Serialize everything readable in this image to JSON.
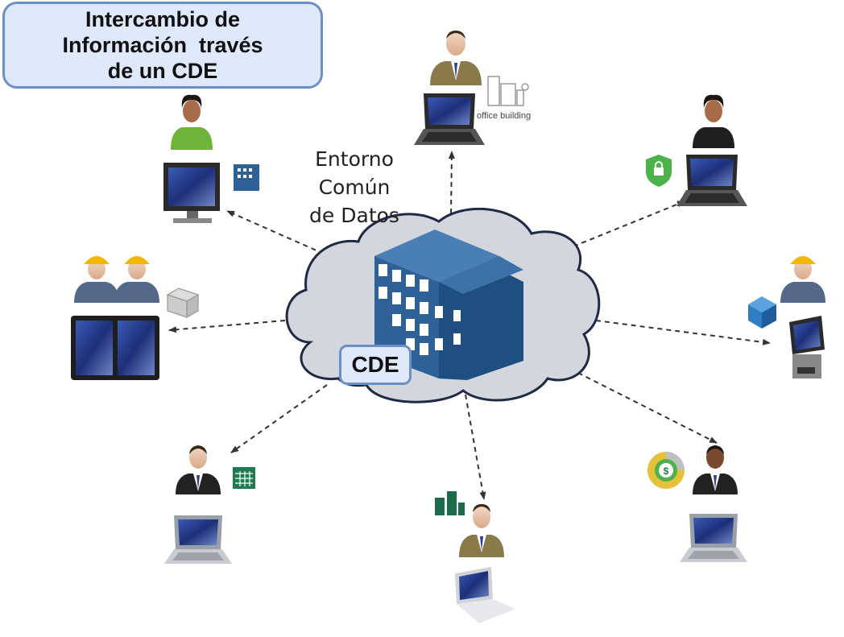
{
  "title": {
    "line1": "Intercambio de",
    "line2": "Información  través",
    "line3": "de un CDE"
  },
  "cloud": {
    "label_line1": "Entorno",
    "label_line2": "Común",
    "label_line3": "de Datos",
    "tag": "CDE"
  },
  "icons": {
    "office_building_label": "office building"
  },
  "colors": {
    "title_border": "#6d8fc7",
    "title_fill": "#dfe9fb",
    "cloud_fill": "#d4d6dd",
    "cloud_stroke": "#1f2a44",
    "building_blue": "#2d6197",
    "arrow": "#333333"
  }
}
